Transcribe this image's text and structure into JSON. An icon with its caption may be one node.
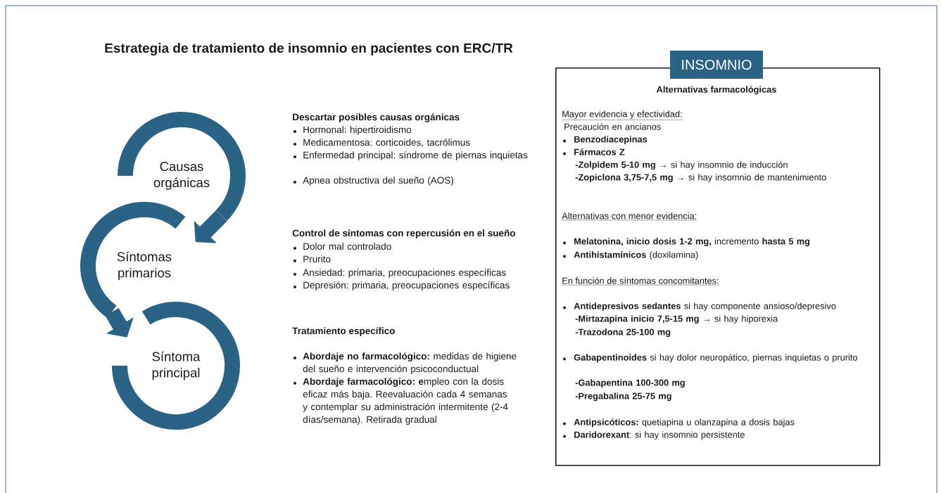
{
  "diagram": {
    "title": "Estrategia de tratamiento de insomnio en pacientes con ERC/TR",
    "nodes": [
      {
        "text": [
          "Causas orgánicas"
        ]
      },
      {
        "text": [
          "Síntomas primarios"
        ]
      },
      {
        "text": [
          "Síntoma principal"
        ]
      },
      {
        "text": [
          "INSOMNIO",
          "Alternativas farmacológicas",
          "Mayor evidencia y efectividad:",
          "Precaución en ancianos",
          "Benzodiacepinas",
          "Fármacos Z",
          "**-Zolpidem 5-10 mg** → si hay insomnio de inducción",
          "**-Zopiclona 3,75-7,5 mg** → si hay insomnio de mantenimiento",
          "Alternativas con menor evidencia:",
          "**Melatonina, inicio dosis 1-2 mg,** incremento **hasta 5 mg**",
          "**Antihistamínicos** (doxilamina)",
          "En función de síntomas concomitantes:",
          "**Antidepresivos sedantes** si hay componente ansioso/depresivo",
          "**-Mirtazapina inicio 7,5-15 mg** → si hay hiporexia",
          "-Trazodona 25-100 mg",
          "**Gabapentinoides** si hay dolor neuropático, piernas inquietas o prurito",
          "-Gabapentina 100-300 mg",
          "-Pregabalina 25-75 mg",
          "**Antipsicóticos:** quetiapina u olanzapina a dosis bajas",
          "**Daridorexant**: si hay insomnio persistente"
        ]
      }
    ],
    "edges": [
      {
        "from": 0,
        "to": 1,
        "arrow": "to"
      },
      {
        "from": 1,
        "to": 2,
        "arrow": "to"
      }
    ],
    "labels": [
      "Descartar posibles causas orgánicas",
      "Hormonal: hipertiroidismo",
      "Medicamentosa: corticoides, tacrólimus",
      "Enfermedad principal: síndrome de piernas inquietas",
      "Apnea obstructiva del sueño (AOS)",
      "Control de síntomas con repercusión en el sueño",
      "Dolor mal controlado",
      "Prurito",
      "Ansiedad: primaria, preocupaciones específicas",
      "Depresión: primaria, preocupaciones específicas",
      "Tratamiento específico",
      "**Abordaje no farmacológico:** medidas de higiene del sueño e intervención psicoconductual",
      "**Abordaje farmacológico: e**mpleo con la dosis eficaz más baja. Reevaluación cada 4 semanas y contemplar su administración intermitente (2-4 días/semana). Retirada gradual"
    ]
  }
}
